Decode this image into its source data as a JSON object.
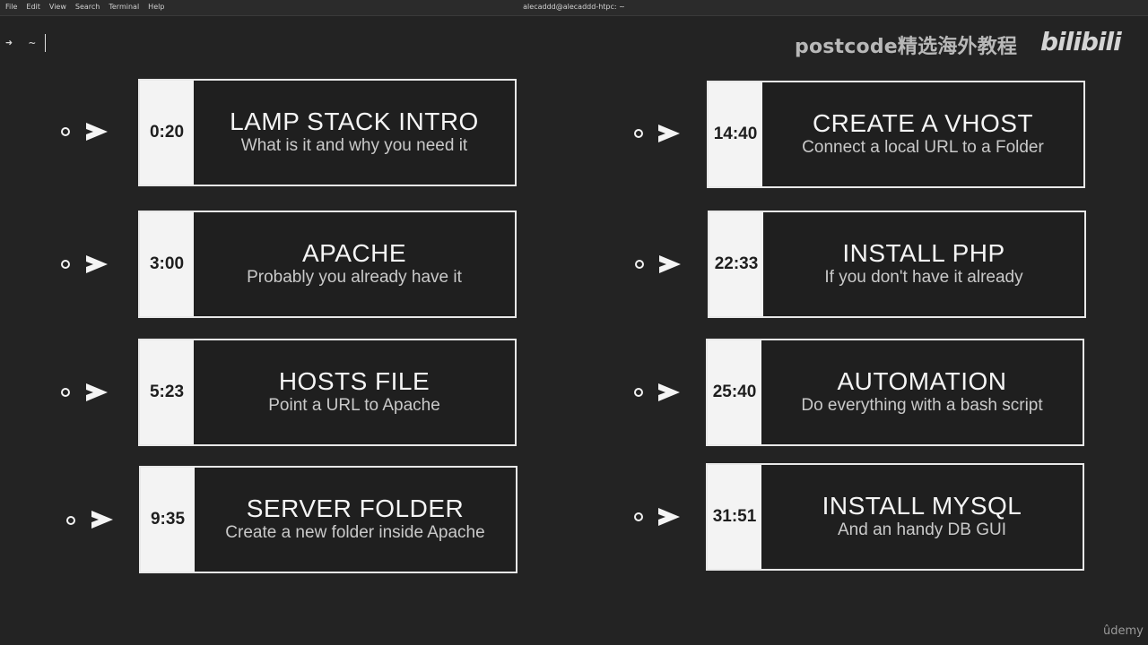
{
  "terminal": {
    "menu": [
      "File",
      "Edit",
      "View",
      "Search",
      "Terminal",
      "Help"
    ],
    "window_title": "alecaddd@alecaddd-htpc: ~",
    "prompt_arrow": "➜",
    "prompt_dir": "~"
  },
  "watermark": {
    "text": "postcode精选海外教程",
    "brand": "bilibili",
    "udemy": "ûdemy"
  },
  "lessons_left": [
    {
      "time": "0:20",
      "title": "LAMP STACK INTRO",
      "subtitle": "What is it and why you need it"
    },
    {
      "time": "3:00",
      "title": "APACHE",
      "subtitle": "Probably you already have it"
    },
    {
      "time": "5:23",
      "title": "HOSTS FILE",
      "subtitle": "Point a URL to Apache"
    },
    {
      "time": "9:35",
      "title": "SERVER FOLDER",
      "subtitle": "Create a new folder inside Apache"
    }
  ],
  "lessons_right": [
    {
      "time": "14:40",
      "title": "CREATE A VHOST",
      "subtitle": "Connect a local URL to a Folder"
    },
    {
      "time": "22:33",
      "title": "INSTALL PHP",
      "subtitle": "If you don't have it already"
    },
    {
      "time": "25:40",
      "title": "AUTOMATION",
      "subtitle": "Do everything with a bash script"
    },
    {
      "time": "31:51",
      "title": "INSTALL MYSQL",
      "subtitle": "And an handy DB GUI"
    }
  ]
}
